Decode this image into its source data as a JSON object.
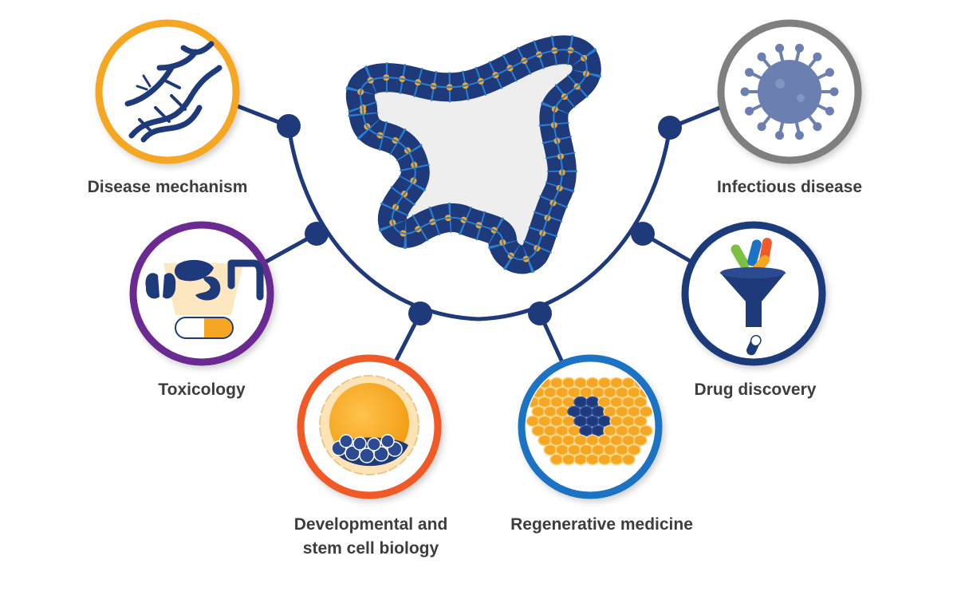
{
  "colors": {
    "navy": "#1f3a7a",
    "orange": "#f5a623",
    "purple": "#6b2c91",
    "red_orange": "#f05a28",
    "blue": "#1a73c4",
    "gray": "#7f7f7f",
    "light_orange": "#fde3b5",
    "cell_fill": "#1f3a7a",
    "nucleus": "#f5a623"
  },
  "center_icon": "organoid-epithelium-icon",
  "applications": [
    {
      "id": "disease-mechanism",
      "label_lines": [
        "Disease mechanism"
      ],
      "ring_color": "#f5a623",
      "icon": "dna-helix-icon"
    },
    {
      "id": "toxicology",
      "label_lines": [
        "Toxicology"
      ],
      "ring_color": "#6b2c91",
      "icon": "organs-capsule-icon"
    },
    {
      "id": "developmental",
      "label_lines": [
        "Developmental and",
        "stem cell biology"
      ],
      "ring_color": "#f05a28",
      "icon": "embryo-spheroid-icon"
    },
    {
      "id": "regenerative",
      "label_lines": [
        "Regenerative medicine"
      ],
      "ring_color": "#1a73c4",
      "icon": "cell-sheet-icon"
    },
    {
      "id": "drug-discovery",
      "label_lines": [
        "Drug discovery"
      ],
      "ring_color": "#1f3a7a",
      "icon": "funnel-pills-icon"
    },
    {
      "id": "infectious",
      "label_lines": [
        "Infectious disease"
      ],
      "ring_color": "#7f7f7f",
      "icon": "virus-icon"
    }
  ]
}
